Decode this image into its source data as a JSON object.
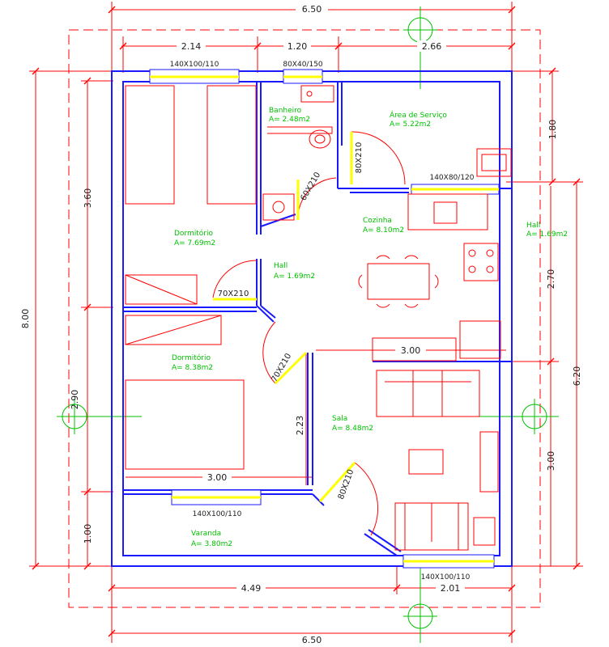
{
  "colors": {
    "wall": "#1a1aff",
    "dimension": "#ff0000",
    "door": "#ff0000",
    "window": "#ffff00",
    "room_text": "#00c000",
    "axis": "#00c000",
    "dashed": "#ff0000",
    "furniture": "#ff0000"
  },
  "dimensions": {
    "top_total": "6.50",
    "top_left": "2.14",
    "top_mid": "1.20",
    "top_right": "2.66",
    "bottom_total": "6.50",
    "bottom_left": "4.49",
    "bottom_right": "2.01",
    "left_total": "8.00",
    "left_upper": "3.60",
    "left_mid": "2.90",
    "left_lower": "1.00",
    "right_upper": "1.80",
    "right_total": "6.20",
    "right_mid": "2.70",
    "right_lower": "3.00",
    "interior_kitchen_width": "3.00",
    "interior_bedroom_width": "3.00",
    "interior_height": "2.23"
  },
  "windows": {
    "bedroom1": "140X100/110",
    "bathroom": "80X40/150",
    "kitchen": "140X80/120",
    "bedroom2": "140X100/110",
    "living": "140X100/110"
  },
  "doors": {
    "hall_bedroom1": "70X210",
    "bathroom": "60X210",
    "service": "80X210",
    "bedroom2": "70X210",
    "front": "80X210"
  },
  "rooms": {
    "bathroom": {
      "name": "Banheiro",
      "area": "A= 2.48m2"
    },
    "service": {
      "name": "Área de Serviço",
      "area": "A= 5.22m2"
    },
    "bedroom1": {
      "name": "Dormitório",
      "area": "A= 7.69m2"
    },
    "kitchen": {
      "name": "Cozinha",
      "area": "A= 8.10m2"
    },
    "hall_right": {
      "name": "Hall",
      "area": "A= 1.69m2"
    },
    "hall_center": {
      "name": "Hall",
      "area": "A= 1.69m2"
    },
    "bedroom2": {
      "name": "Dormitório",
      "area": "A= 8.38m2"
    },
    "living": {
      "name": "Sala",
      "area": "A= 8.48m2"
    },
    "balcony": {
      "name": "Varanda",
      "area": "A= 3.80m2"
    }
  }
}
